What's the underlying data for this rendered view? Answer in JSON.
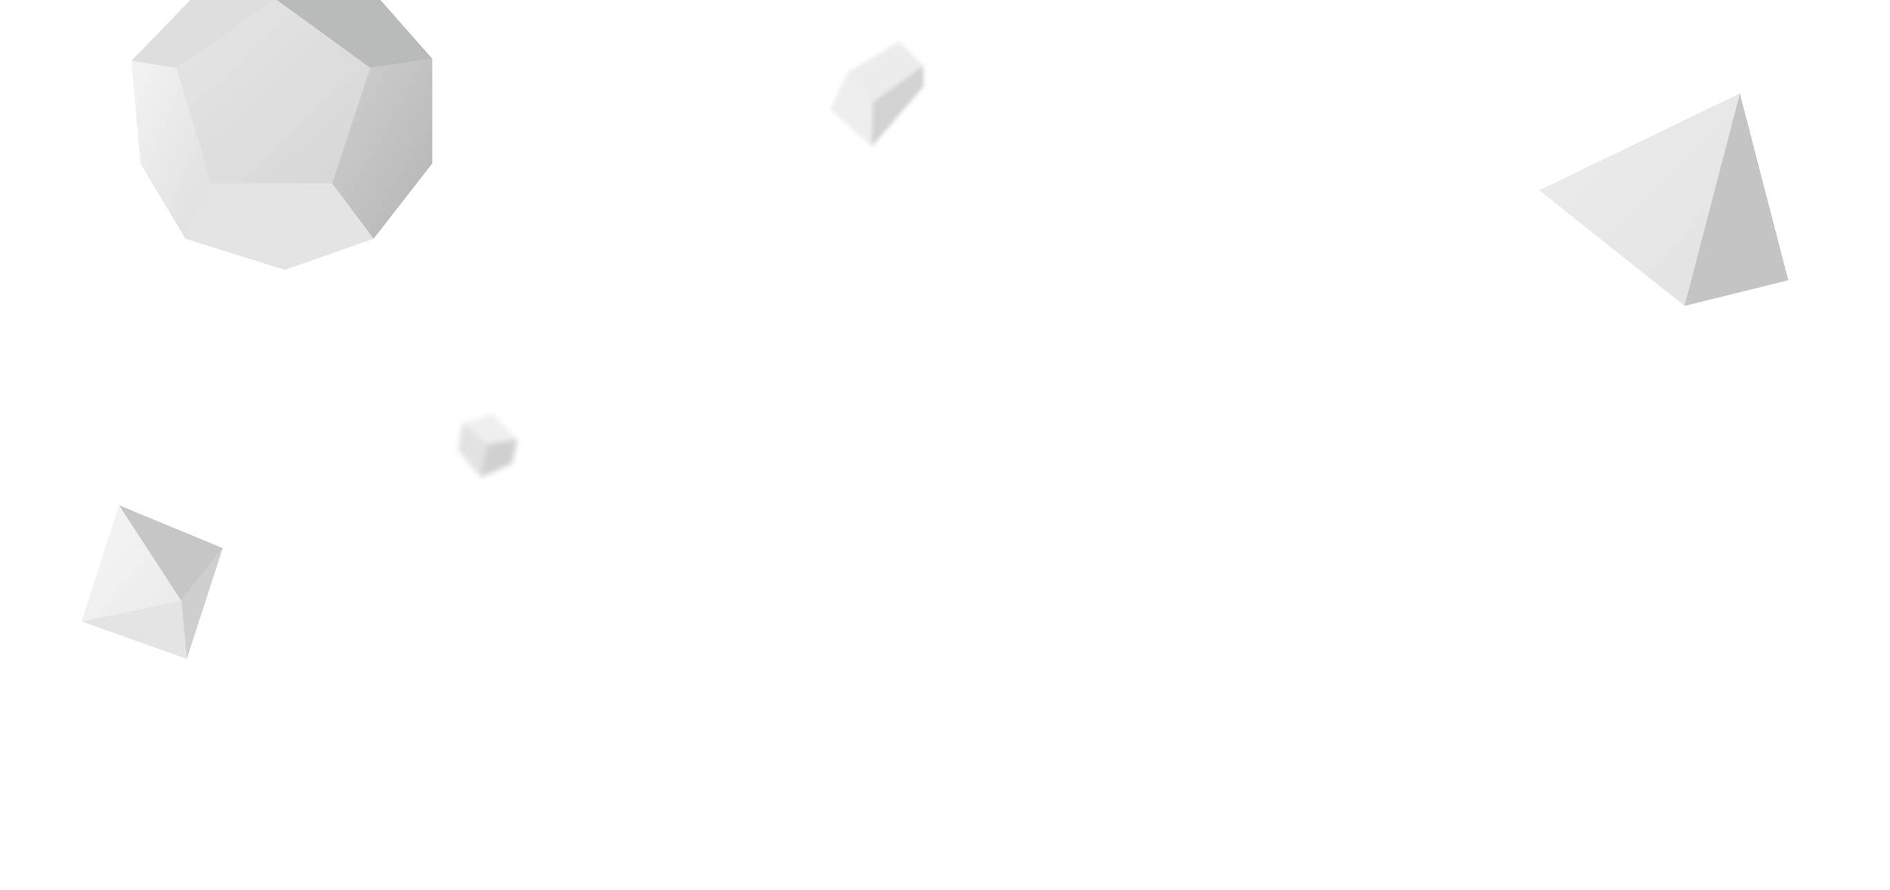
{
  "scene": {
    "background_color": "#ffffff",
    "shape_colors": {
      "light": "#eeeeee",
      "mid": "#dcdcdc",
      "dark": "#c4c4c4",
      "darker": "#b8b8b8"
    },
    "shapes": [
      {
        "name": "dodecahedron",
        "blurred": false
      },
      {
        "name": "cube",
        "blurred": true
      },
      {
        "name": "small-gem",
        "blurred": true
      },
      {
        "name": "tetrahedron",
        "blurred": false
      },
      {
        "name": "octahedron",
        "blurred": false
      }
    ]
  }
}
